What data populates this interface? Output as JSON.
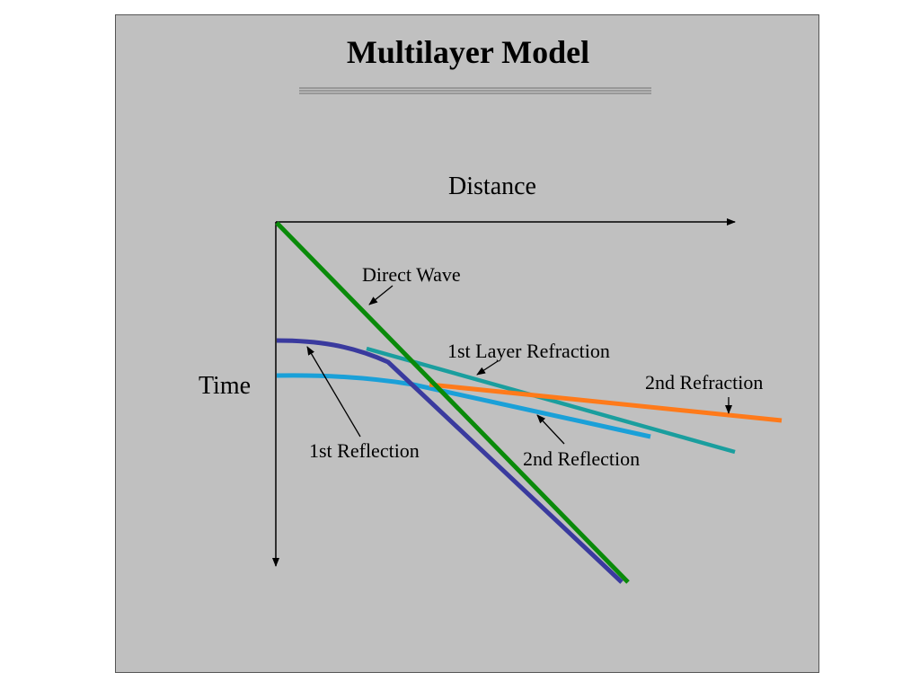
{
  "slide": {
    "title": "Multilayer Model",
    "background": "#c0c0c0"
  },
  "axes": {
    "x_label": "Distance",
    "y_label": "Time"
  },
  "curves": {
    "direct_wave": {
      "label": "Direct Wave",
      "color": "#0a8a0a"
    },
    "first_layer_refraction": {
      "label": "1st Layer Refraction",
      "color": "#1a9e9e"
    },
    "second_refraction": {
      "label": "2nd Refraction",
      "color": "#ff7a1a"
    },
    "first_reflection": {
      "label": "1st Reflection",
      "color": "#3a3a9e"
    },
    "second_reflection": {
      "label": "2nd Reflection",
      "color": "#1aa0d8"
    }
  }
}
